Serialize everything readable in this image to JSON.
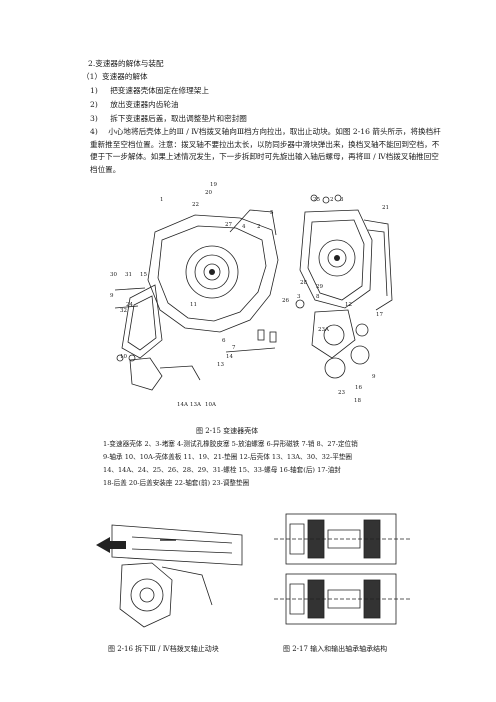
{
  "section": {
    "heading": "2.变速器的解体与装配",
    "subheading": "（1）变速器的解体",
    "steps": [
      {
        "num": "1)",
        "text": "把变速器壳体固定在修理架上"
      },
      {
        "num": "2)",
        "text": "放出变速器内齿轮油"
      },
      {
        "num": "3)",
        "text": "拆下变速器后盖，取出调整垫片和密封圈"
      },
      {
        "num": "4)",
        "text": "小心地将后壳体上的Ⅲ / Ⅳ档拨叉轴向Ⅲ档方向拉出，取出止动块。如图 2-16 箭头所示，将换档杆重新推至空档位置。注意：拨叉轴不要拉出太长，以防同步器中滑块弹出来，换档叉轴不能回到空档，不便于下一步解体。如果上述情况发生，下一步拆卸时可先旋出输入轴后螺母，再将Ⅲ / Ⅳ档拨叉轴推回空档位置。"
      }
    ]
  },
  "figure_215": {
    "callouts": [
      "20",
      "19",
      "1",
      "27",
      "4",
      "2",
      "22",
      "5",
      "25",
      "2",
      "3",
      "21",
      "11",
      "12",
      "3",
      "8",
      "30",
      "31",
      "9",
      "15",
      "32",
      "24",
      "28",
      "29",
      "10",
      "14",
      "13",
      "17",
      "7",
      "6",
      "26",
      "23A",
      "23",
      "16",
      "9",
      "18",
      "14A",
      "13A",
      "10A"
    ],
    "caption": "图 2-15  变速器壳体",
    "legend": [
      "1-变速器壳体   2、3-堵塞   4-测试孔橡胶皮塞   5-放油螺塞   6-异形磁铁   7-销   8、27-定位销",
      "9-轴承   10、10A-壳体盖板   11、19、21-垫圈   12-后壳体   13、13A、30、32-平垫圈",
      "14、14A、24、25、26、28、29、31-螺栓   15、33-螺母   16-轴套(后)   17-油封",
      "18-后盖   20-后盖安装座   22-轴套(前)   23-调整垫圈"
    ]
  },
  "figure_216": {
    "caption": "图 2-16  拆下Ⅲ / Ⅳ档拨叉轴止动块"
  },
  "figure_217": {
    "caption": "图 2-17    输入和输出轴承轴承结构"
  }
}
